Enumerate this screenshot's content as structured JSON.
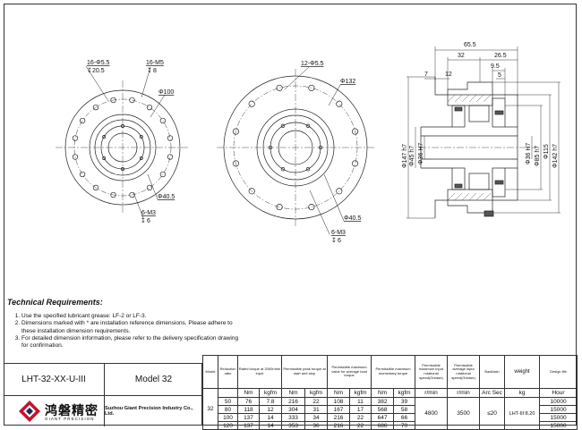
{
  "drawing": {
    "left_view": {
      "hole_label": "16-Φ5.5",
      "hole_depth": "20.5",
      "thread_label": "16-M5",
      "thread_depth": "8",
      "dia_outer": "Φ100",
      "dia_inner": "Φ40.5",
      "center_thread": "6-M3",
      "center_depth": "6"
    },
    "mid_view": {
      "hole_label": "12-Φ5.5",
      "dia_outer": "Φ132",
      "dia_inner": "Φ40.5",
      "center_thread": "6-M3",
      "center_depth": "6"
    },
    "section_view": {
      "top_dims": [
        "65.5",
        "32",
        "26.5",
        "9.5",
        "7",
        "12",
        "5"
      ],
      "left_dims": [
        "Φ147 h7",
        "Φ45 h7",
        "Φ36 H7"
      ],
      "right_dims": [
        "Φ36 H7",
        "Φ85 h7",
        "Φ115",
        "Φ142 h7"
      ]
    }
  },
  "tech": {
    "title": "Technical Requirements:",
    "items": [
      "Use the specified lubricant grease: LF-2 or LF-3.",
      "Dimensions marked with * are installation reference dimensions. Please adhere to these installation dimension requirements.",
      "For detailed dimension information, please refer to the delivery specification drawing for confirmation."
    ]
  },
  "title_block": {
    "code": "LHT-32-XX-U-III",
    "model": "Model 32",
    "logo_cn": "鸿磐精密",
    "logo_en": "GIANT PRECISION",
    "company": "Suzhou Giant Precision Industry Co., Ltd."
  },
  "spec": {
    "headers": {
      "model": "Model",
      "ratio": "Reduction ratio",
      "rated": "Rated torque at 2000r/min input",
      "peak": "Permissible peak torque at start and stop",
      "avg": "Permissible maximum value for average load torque",
      "momentary": "Permissible maximum momentary torque",
      "max_speed": "Permissible maximum input rotational speed(Grease)",
      "avg_speed": "Permissible average input rotational speed(Grease)",
      "backlash": "Backlash",
      "weight": "weight",
      "life": "Design life"
    },
    "units": [
      "Nm",
      "kgfm",
      "Nm",
      "kgfm",
      "Nm",
      "kgfm",
      "Nm",
      "kgfm",
      "r/min",
      "r/min",
      "Arc Sec",
      "kg",
      "Hour"
    ],
    "model_value": "32",
    "max_speed_value": "4800",
    "avg_speed_value": "3500",
    "backlash_value": "≤20",
    "weight_value": "LHT-III:8.20",
    "rows": [
      {
        "ratio": "50",
        "v": [
          "76",
          "7.8",
          "216",
          "22",
          "108",
          "11",
          "382",
          "39"
        ],
        "life": "10000"
      },
      {
        "ratio": "80",
        "v": [
          "118",
          "12",
          "304",
          "31",
          "167",
          "17",
          "568",
          "58"
        ],
        "life": "15000"
      },
      {
        "ratio": "100",
        "v": [
          "137",
          "14",
          "333",
          "34",
          "216",
          "22",
          "647",
          "66"
        ],
        "life": "15000"
      },
      {
        "ratio": "120",
        "v": [
          "137",
          "14",
          "353",
          "36",
          "216",
          "22",
          "686",
          "70"
        ],
        "life": "15000"
      }
    ]
  }
}
